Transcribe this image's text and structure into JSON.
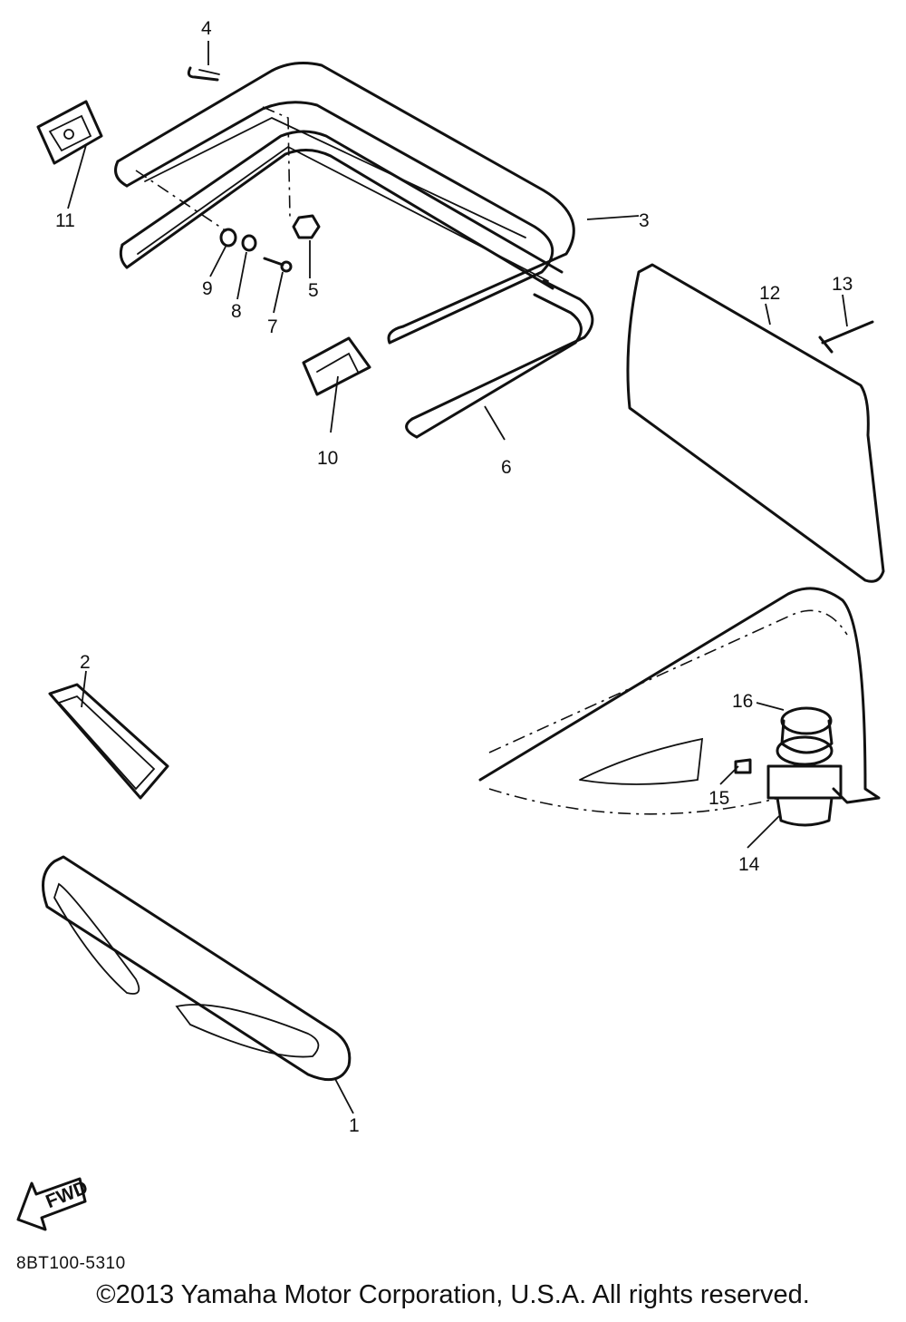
{
  "diagram": {
    "callouts": [
      "1",
      "2",
      "3",
      "4",
      "5",
      "6",
      "7",
      "8",
      "9",
      "10",
      "11",
      "12",
      "13",
      "14",
      "15",
      "16"
    ],
    "fwd_label": "FWD"
  },
  "footer": {
    "drawing_code": "8BT100-5310",
    "copyright": "©2013 Yamaha Motor Corporation, U.S.A. All rights reserved."
  }
}
